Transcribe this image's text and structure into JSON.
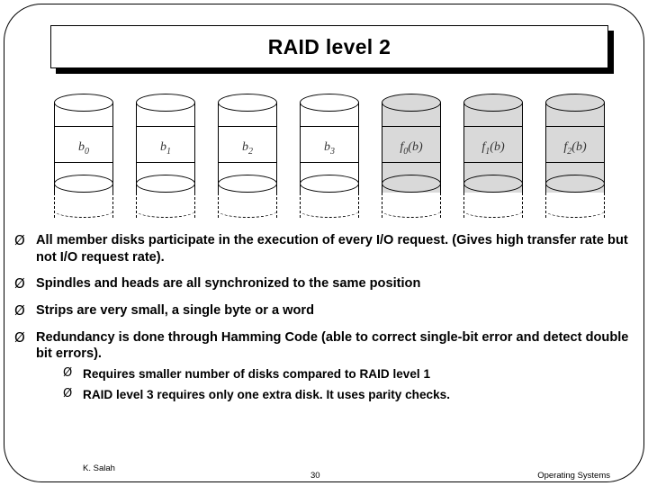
{
  "slide": {
    "title": "RAID level 2",
    "diagram": {
      "disks": [
        {
          "label": "b",
          "sub": "0",
          "shaded": false
        },
        {
          "label": "b",
          "sub": "1",
          "shaded": false
        },
        {
          "label": "b",
          "sub": "2",
          "shaded": false
        },
        {
          "label": "b",
          "sub": "3",
          "shaded": false
        },
        {
          "label": "f",
          "sub": "0",
          "suffix": "(b)",
          "shaded": true
        },
        {
          "label": "f",
          "sub": "1",
          "suffix": "(b)",
          "shaded": true
        },
        {
          "label": "f",
          "sub": "2",
          "suffix": "(b)",
          "shaded": true
        }
      ]
    },
    "bullets": [
      {
        "marker": "Ø",
        "text": "All member disks participate in the execution of every I/O request.  (Gives high transfer rate but not I/O request rate).",
        "sub": []
      },
      {
        "marker": "Ø",
        "text": "Spindles and heads are all synchronized to the same position",
        "sub": []
      },
      {
        "marker": "Ø",
        "text": "Strips are very small, a single byte or a word",
        "sub": []
      },
      {
        "marker": "Ø",
        "text": "Redundancy is done through Hamming Code (able to correct single-bit error and detect double bit errors).",
        "sub": [
          {
            "marker": "Ø",
            "text": "Requires smaller number of disks compared to RAID level 1"
          },
          {
            "marker": "Ø",
            "text": "RAID level 3 requires only one extra disk.  It uses parity checks."
          }
        ]
      }
    ],
    "footer": {
      "author": "K. Salah",
      "page": "30",
      "course": "Operating Systems"
    }
  }
}
